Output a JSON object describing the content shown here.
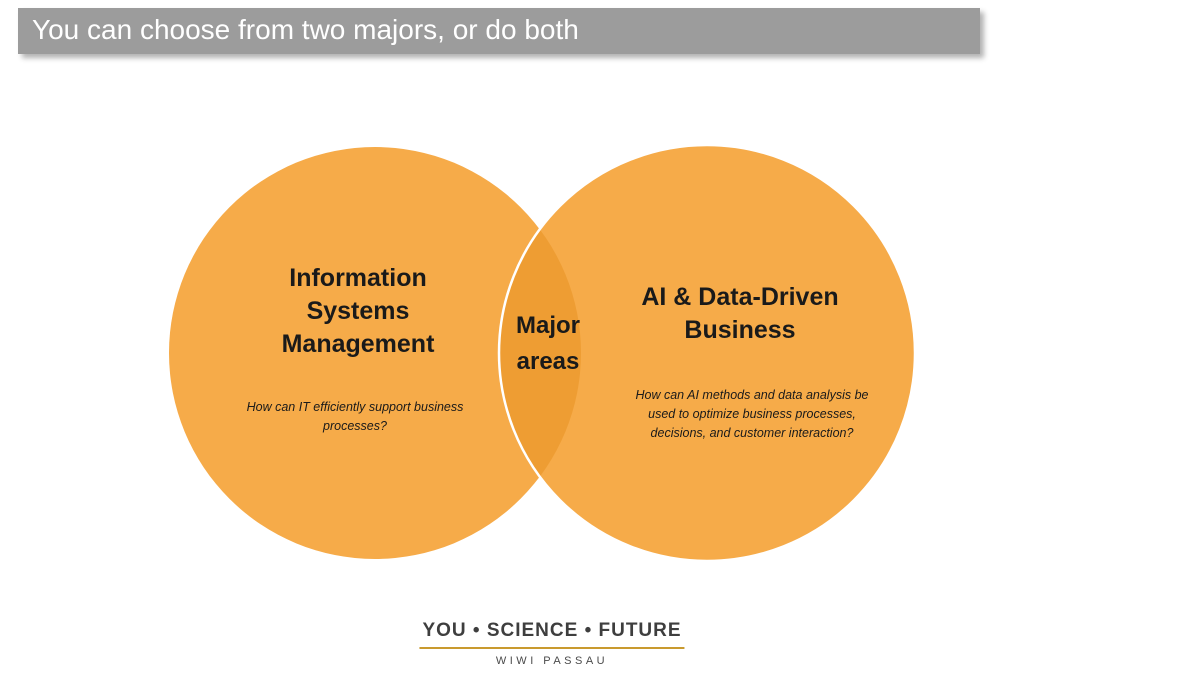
{
  "slide_title": "You can choose from two majors, or do both",
  "venn": {
    "left": {
      "title": "Information Systems Management",
      "question": "How can IT efficiently support business processes?"
    },
    "overlap": {
      "label": "Major areas"
    },
    "right": {
      "title": "AI & Data-Driven Business",
      "question": "How can AI methods and data analysis be used to optimize business processes, decisions, and customer interaction?"
    }
  },
  "footer_logo": {
    "line1": "YOU • SCIENCE • FUTURE",
    "line2": "WIWI PASSAU"
  },
  "colors": {
    "circle_fill": "#F6AB49",
    "overlap_fill": "#EE9D33",
    "title_bar_bg": "#9C9C9C",
    "title_text": "#FFFFFF",
    "body_text": "#1A1A1A",
    "logo_underline": "#C99A2E"
  }
}
